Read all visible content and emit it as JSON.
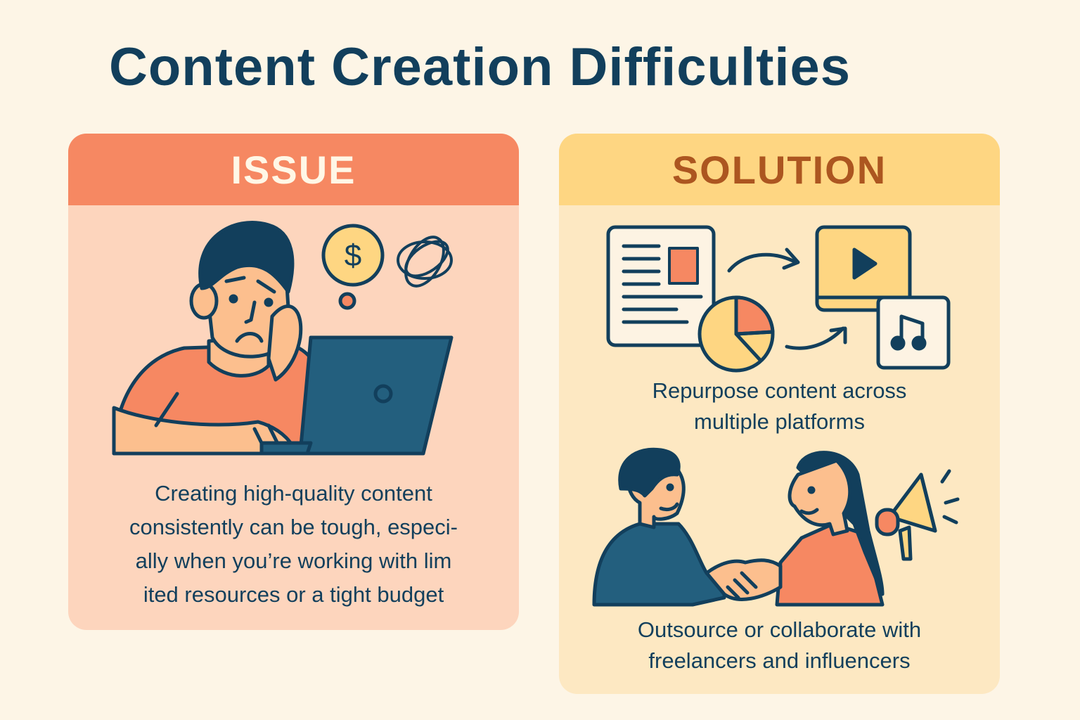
{
  "title": "Content Creation Difficulties",
  "colors": {
    "background": "#fdf5e6",
    "title": "#123f5c",
    "issue_header": "#f68862",
    "issue_body": "#fdd5bd",
    "solution_header": "#fed682",
    "solution_body": "#fde8c2",
    "solution_label": "#ac5620",
    "outline": "#123f5c"
  },
  "issue": {
    "label": "ISSUE",
    "illustration": "stressed-person-at-laptop-icon",
    "thought_icons": [
      "dollar-coin-icon",
      "tangled-scribble-icon"
    ],
    "text": "Creating high-quality content consistently can be tough, especi-ally when you’re working with lim ited resources or a tight budget",
    "lines": [
      "Creating high-quality content",
      "consistently can be tough, especi-",
      "ally when you’re working with lim",
      "ited resources or a tight budget"
    ]
  },
  "solution": {
    "label": "SOLUTION",
    "items": [
      {
        "illustration": "repurpose-content-icon",
        "icons": [
          "document-icon",
          "pie-chart-icon",
          "video-play-icon",
          "music-note-icon"
        ],
        "lines": [
          "Repurpose content across",
          "multiple platforms"
        ]
      },
      {
        "illustration": "handshake-collaboration-icon",
        "icons": [
          "handshake-icon",
          "megaphone-icon"
        ],
        "lines": [
          "Outsource or collaborate with",
          "freelancers and influencers"
        ]
      }
    ]
  }
}
